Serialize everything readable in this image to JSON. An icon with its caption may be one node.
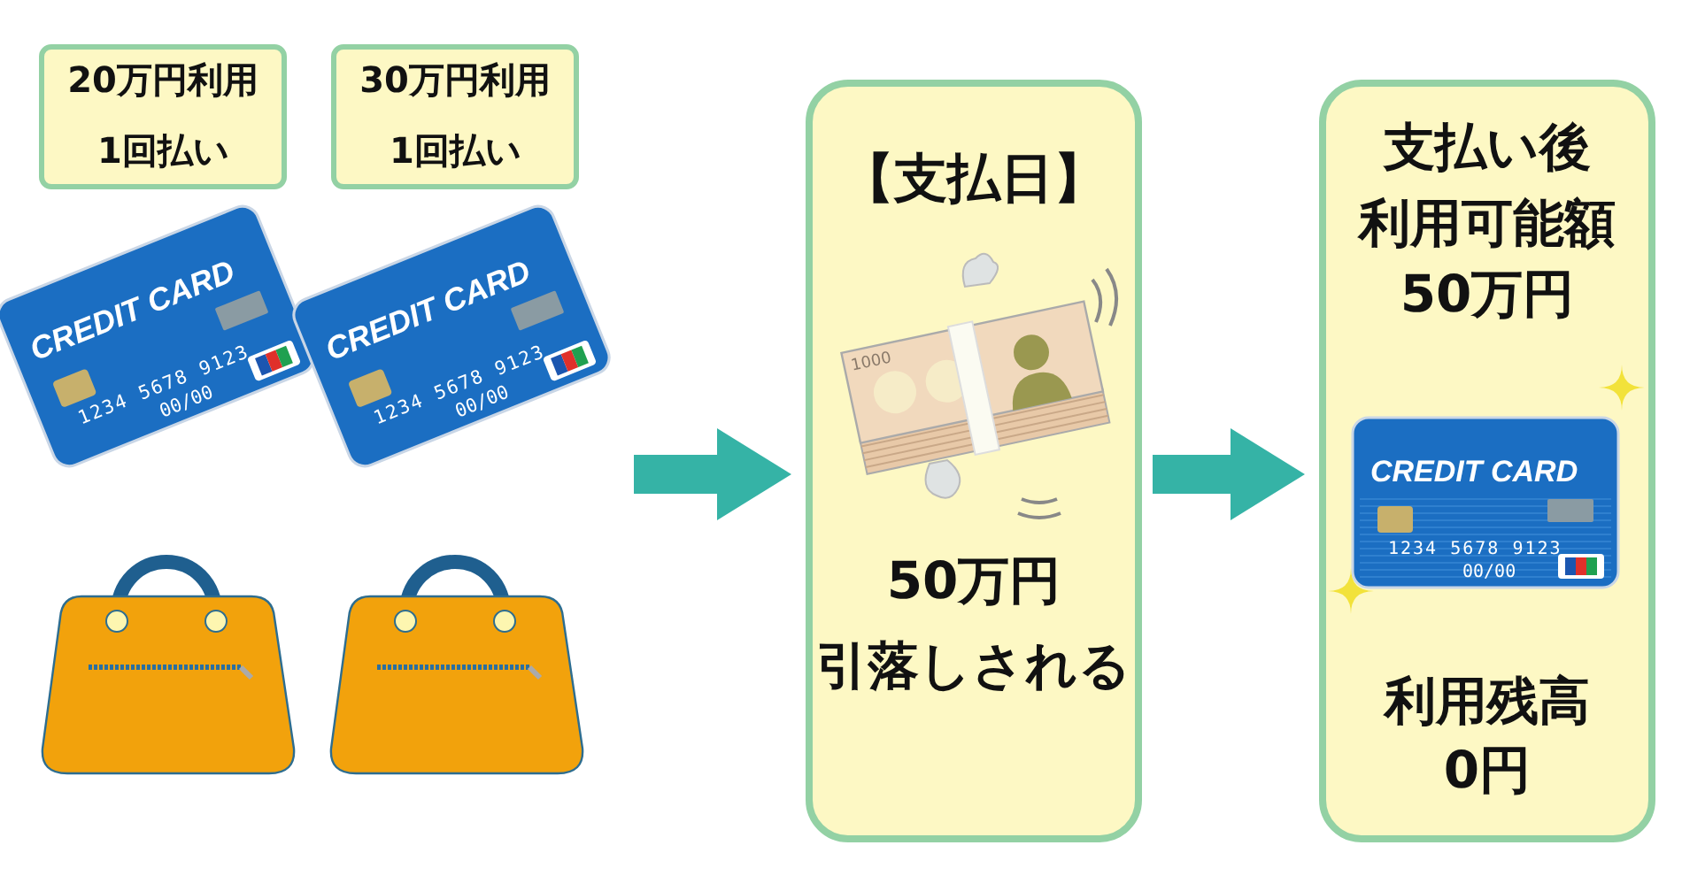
{
  "diagram": {
    "nodes": [
      {
        "text": [
          "20万円利用",
          "1回払い"
        ]
      },
      {
        "text": [
          "30万円利用",
          "1回払い"
        ]
      },
      {
        "text": [
          "【支払日】",
          "50万円",
          "引落しされる"
        ]
      },
      {
        "text": [
          "支払い後",
          "利用可能額",
          "50万円",
          "利用残高",
          "0円"
        ]
      }
    ],
    "edges": [
      {
        "from": null,
        "to": 2,
        "arrow": "to"
      },
      {
        "from": 2,
        "to": 3,
        "arrow": "to"
      }
    ],
    "labels": [
      "CREDIT CARD",
      "1234 5678 9123",
      "00/00",
      "CREDIT CARD",
      "1234 5678 9123",
      "00/00",
      "1000",
      "CREDIT CARD",
      "1234 5678 9123",
      "00/00"
    ]
  }
}
